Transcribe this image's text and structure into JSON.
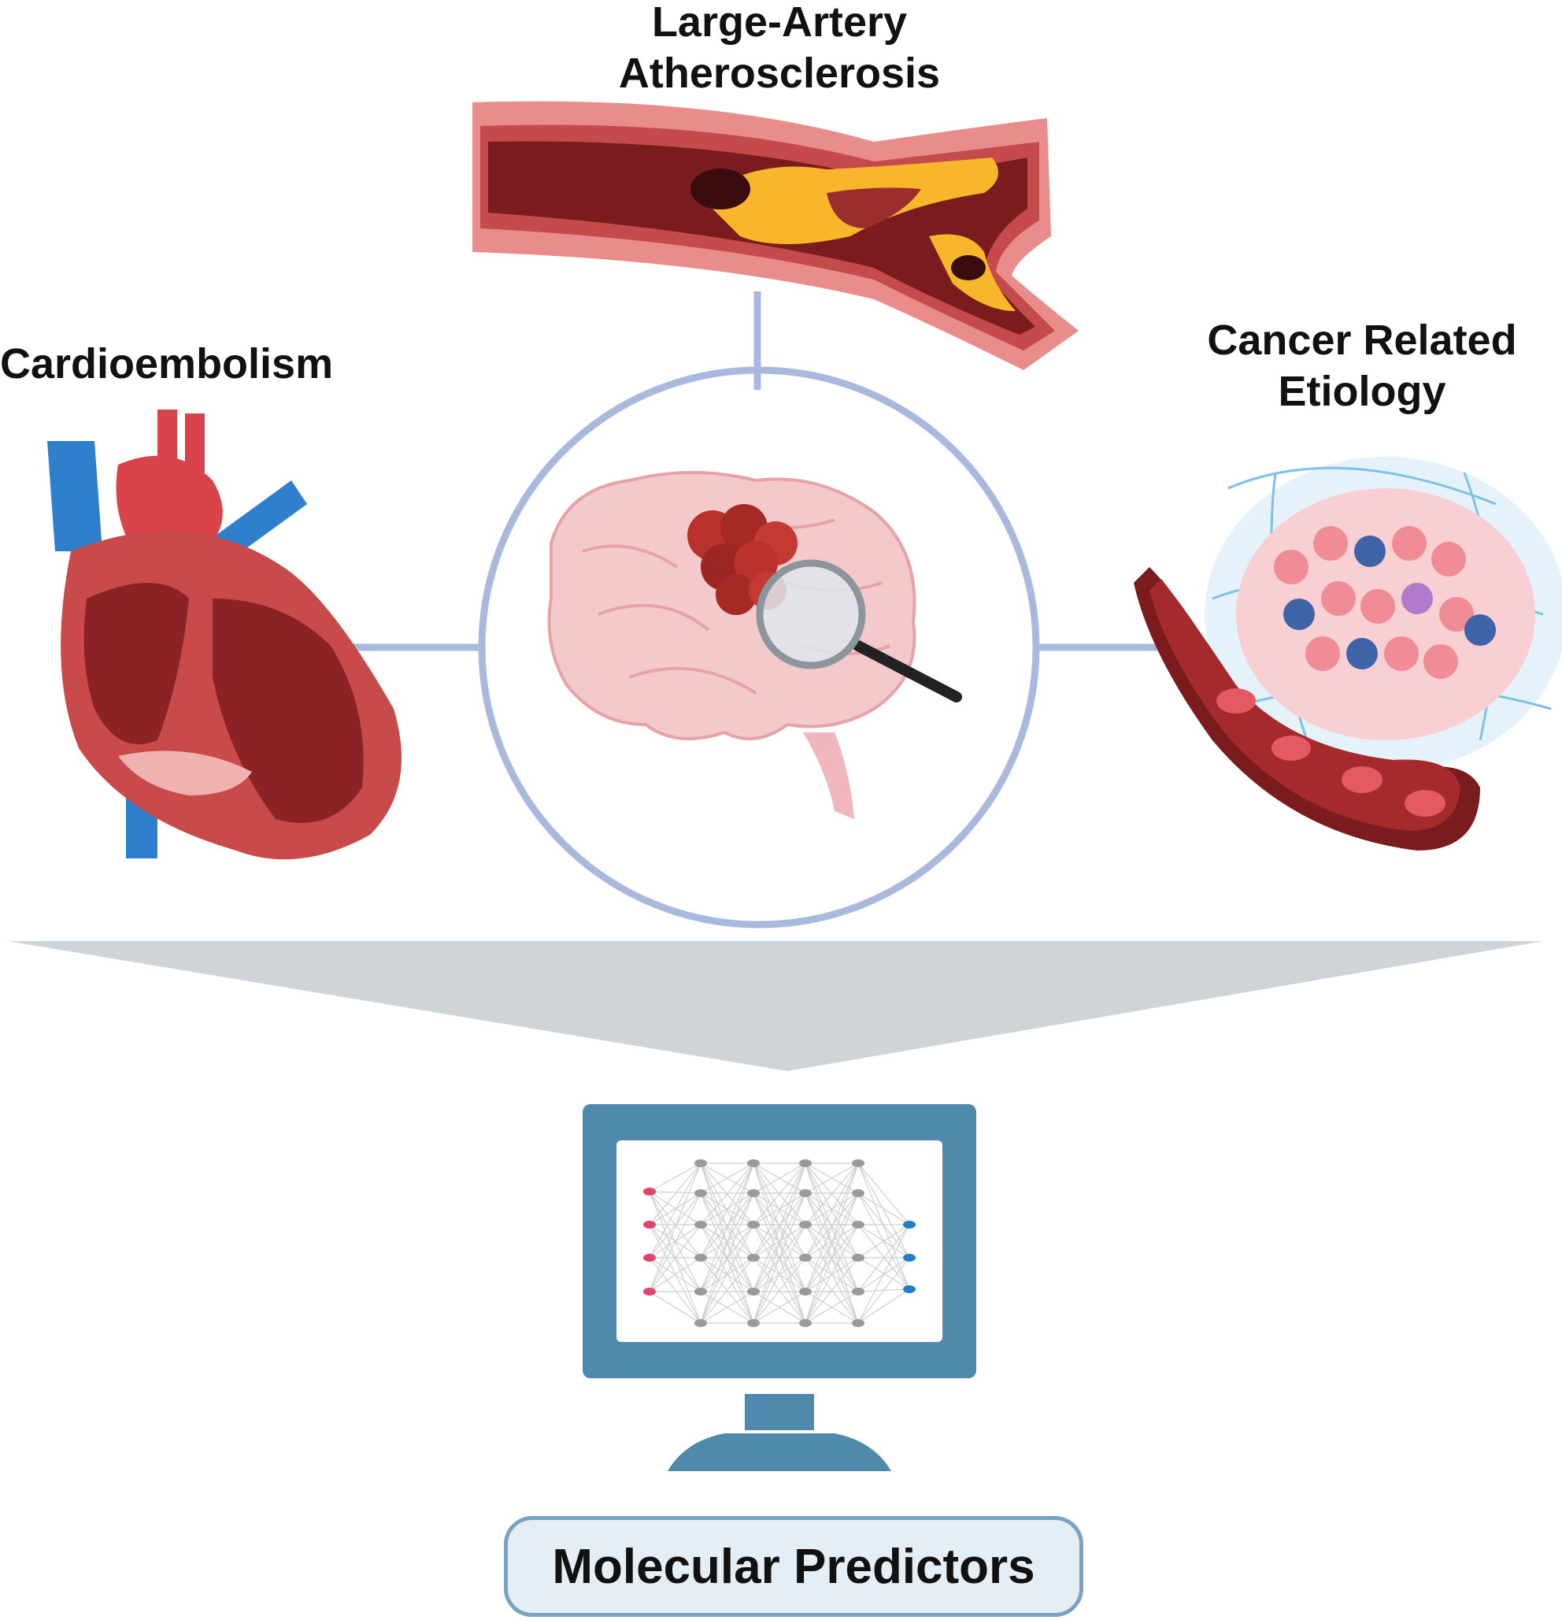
{
  "labels": {
    "large_artery_line1": "Large-Artery",
    "large_artery_line2": "Atherosclerosis",
    "cardioembolism": "Cardioembolism",
    "cancer_line1": "Cancer Related",
    "cancer_line2": "Etiology",
    "molecular_predictors": "Molecular Predictors"
  },
  "icons": {
    "artery": "artery-plaque-icon",
    "heart": "heart-anatomy-icon",
    "brain": "brain-magnifier-icon",
    "tumor": "tumor-vessel-icon",
    "monitor": "computer-neural-network-icon"
  },
  "colors": {
    "connector": "#a9b9dd",
    "funnel": "#cfd4d9",
    "monitor": "#4f89ab",
    "artery_wall": "#e98c8c",
    "lumen": "#7a1b1d",
    "plaque": "#f7b62c",
    "heart": "#d14a4a",
    "vein_blue": "#2e7fcc",
    "brain": "#f4c9cc",
    "input_node": "#e0436b",
    "output_node": "#1e7ec8"
  }
}
